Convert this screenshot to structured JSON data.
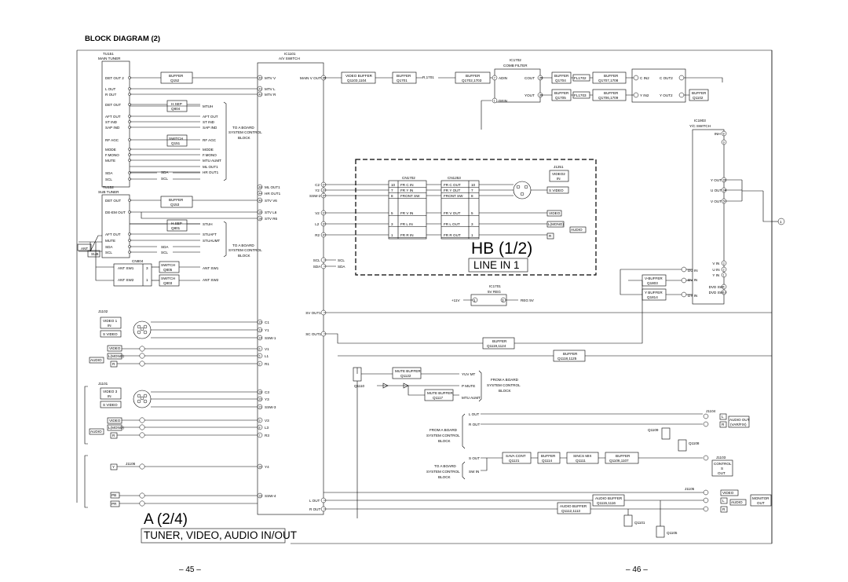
{
  "title": "BLOCK DIAGRAM (2)",
  "board_a": {
    "id": "A (2/4)",
    "name": "TUNER, VIDEO, AUDIO IN/OUT"
  },
  "board_hb": {
    "id": "HB (1/2)",
    "name": "LINE IN 1"
  },
  "pages": {
    "left": "– 45 –",
    "right": "– 46 –"
  },
  "tu151": {
    "ref": "TU151",
    "name": "MAIN TUNER",
    "pins": [
      "DET OUT 2",
      "L OUT",
      "R OUT",
      "DET OUT",
      "AFT OUT",
      "ST IND",
      "SAP IND",
      "RF AGC",
      "MODE",
      "F.MONO",
      "MUTE",
      "SDA",
      "SCL"
    ],
    "buffer": "BUFFER",
    "buffer_ref": "Q152",
    "hsep": "H.SEP",
    "hsep_ref": "Q804",
    "switch": "SWITCH",
    "switch_ref": "Q151",
    "right_labels": [
      "MTUH",
      "AFT OUT",
      "ST IND",
      "SAP IND",
      "RF AGC",
      "MODE",
      "F.MONO",
      "MTU AUMT",
      "ML OUT1",
      "HR OUT1"
    ],
    "sda": "SDA",
    "scl": "SCL",
    "to_board": "TO A BOARD",
    "sys_ctrl": "SYSTEM CONTROL",
    "block": "BLOCK"
  },
  "tu152": {
    "ref": "TU152",
    "name": "SUB TUNER",
    "pins": [
      "DET OUT",
      "DE-EM OUT",
      "AFT OUT",
      "MUTE",
      "SDA",
      "SCL"
    ],
    "buffer": "BUFFER",
    "buffer_ref": "Q153",
    "hsep": "H.SEP",
    "hsep_ref": "Q801",
    "right_labels": [
      "STUH",
      "STUAFT",
      "STUAUMT"
    ],
    "sda": "SDA",
    "scl": "SCL",
    "to_board": "TO A BOARD",
    "sys_ctrl": "SYSTEM CONTROL",
    "block": "BLOCK"
  },
  "ant": {
    "ant": "ANT",
    "sub": "SUB"
  },
  "cn804": {
    "ref": "CN804",
    "pins": [
      "ANT SW1",
      "ANT SW2"
    ],
    "nums": [
      "3",
      "1"
    ],
    "sw1": "SWITCH",
    "sw1_ref": "Q805",
    "sw2": "SWITCH",
    "sw2_ref": "Q803",
    "labels": [
      "ANT SW1",
      "ANT SW2"
    ]
  },
  "ic1101": {
    "ref": "IC1101",
    "name": "A/V SWITCH",
    "left_pins": [
      {
        "n": "40",
        "l": "MTV V"
      },
      {
        "n": "41",
        "l": "MTV L"
      },
      {
        "n": "42",
        "l": "MTV R"
      },
      {
        "n": "48",
        "l": "ML OUT1"
      },
      {
        "n": "44",
        "l": "HR OUT1"
      },
      {
        "n": "46",
        "l": "STV V6"
      },
      {
        "n": "36",
        "l": "STV L6"
      },
      {
        "n": "38",
        "l": "STV R6"
      },
      {
        "n": "15",
        "l": "C1"
      },
      {
        "n": "13",
        "l": "Y1"
      },
      {
        "n": "14",
        "l": "SSW-1"
      },
      {
        "n": "6",
        "l": "V1"
      },
      {
        "n": "5",
        "l": "L1"
      },
      {
        "n": "3",
        "l": "R1"
      },
      {
        "n": "28",
        "l": "C3"
      },
      {
        "n": "20",
        "l": "Y3"
      },
      {
        "n": "21",
        "l": "SSW-3"
      },
      {
        "n": "9",
        "l": "V3"
      },
      {
        "n": "8",
        "l": "L3"
      },
      {
        "n": "7",
        "l": "R3"
      },
      {
        "n": "30",
        "l": "Y4"
      },
      {
        "n": "33",
        "l": "SSW-4"
      }
    ],
    "right_pins": [
      {
        "n": "43",
        "l": "MAIN V OUT"
      },
      {
        "n": "1",
        "l": "C2"
      },
      {
        "n": "2",
        "l": "Y2"
      },
      {
        "n": "3",
        "l": "SSW-2"
      },
      {
        "n": "1",
        "l": "V2"
      },
      {
        "n": "3",
        "l": "L2"
      },
      {
        "n": "4",
        "l": "R2"
      },
      {
        "n": "SCL",
        "l": "SCL"
      },
      {
        "n": "SDA",
        "l": "SDA"
      },
      {
        "n": "SV OUT1",
        "l": "SV OUT1"
      },
      {
        "n": "SC OUT1",
        "l": "SC OUT1"
      },
      {
        "n": "L OUT",
        "l": "L OUT"
      },
      {
        "n": "R OUT",
        "l": "R OUT"
      }
    ],
    "scl": "SCL",
    "sda": "SDA"
  },
  "j1102": {
    "ref": "J1102",
    "video": "VIDEO 1",
    "in": "IN",
    "svideo": "S VIDEO",
    "video_l": "VIDEO",
    "lmono": "L(MONO)",
    "audio": "AUDIO",
    "r": "R"
  },
  "j1101": {
    "ref": "J1101",
    "video": "VIDEO 3",
    "in": "IN",
    "svideo": "S VIDEO",
    "video_l": "VIDEO",
    "lmono": "L(MONO)",
    "audio": "AUDIO",
    "r": "R"
  },
  "j1106": {
    "ref": "J1106",
    "y": "Y",
    "pb": "PB",
    "pr": "PR"
  },
  "main_path": {
    "vbuf": "VIDEO BUFFER",
    "vbuf_ref": "Q1103,1104",
    "buf1": "BUFFER",
    "buf1_ref": "Q1701",
    "r1701": "R,1701",
    "buf2": "BUFFER",
    "buf2_ref": "Q1702,1703"
  },
  "ic1702": {
    "ref": "IC1702",
    "name": "COMB FILTER",
    "pins": [
      {
        "n": "7",
        "l": "ADIN"
      },
      {
        "n": "23",
        "l": "COUT"
      },
      {
        "n": "20",
        "l": "YOUT"
      },
      {
        "n": "1",
        "l": "DEIN"
      }
    ],
    "cbuf": "BUFFER",
    "cbuf_ref": "Q1704",
    "fl1": "FL1702",
    "cbuf2": "BUFFER",
    "cbuf2_ref": "Q1707,1708",
    "ybuf": "BUFFER",
    "ybuf_ref": "Q1705",
    "fl2": "FL1703",
    "ybuf2": "BUFFER",
    "ybuf2_ref": "Q1706,1709",
    "cin2": "C IN2",
    "yin2": "Y IN2",
    "cout2": "C OUT2",
    "yout2": "Y OUT2",
    "obuf": "BUFFER",
    "obuf_ref": "Q1102"
  },
  "ic1903": {
    "ref": "IC1903",
    "name": "Y/C SWITCH",
    "pins": [
      {
        "n": "8",
        "l": "INH"
      },
      {
        "n": "9",
        "l": ""
      },
      {
        "n": "11",
        "l": "Y OUT"
      },
      {
        "n": "14",
        "l": "U OUT"
      },
      {
        "n": "5",
        "l": "V OUT"
      },
      {
        "n": "3",
        "l": "V IN"
      },
      {
        "n": "2",
        "l": "U IN"
      },
      {
        "n": "1",
        "l": "Y IN"
      },
      {
        "n": "4",
        "l": "DVD SW"
      },
      {
        "n": "10",
        "l": "DVD SW"
      }
    ],
    "du_in": "DU IN",
    "dv_in": "DV IN",
    "dy_in": "DY IN",
    "vbuf": "V-BUFFER",
    "vbuf_ref": "Q1803",
    "ybuf": "Y BUFFER",
    "ybuf_ref": "Q1814"
  },
  "hb": {
    "cn1702": "CN1702",
    "cn1253": "CN1253",
    "j1251": "J1251",
    "j1251_sub": "VIDEO2",
    "j1251_in": "IN",
    "rows": [
      {
        "n": "10",
        "a": "FR C IN",
        "b": "FR C OUT"
      },
      {
        "n": "7",
        "a": "FR Y IN",
        "b": "FR Y OUT"
      },
      {
        "n": "8",
        "a": "FRONT SW",
        "b": "FRONT SW"
      },
      {
        "n": "5",
        "a": "FR V IN",
        "b": "FR V OUT"
      },
      {
        "n": "3",
        "a": "FR L IN",
        "b": "FR L OUT"
      },
      {
        "n": "1",
        "a": "FR R IN",
        "b": "FR R OUT"
      }
    ],
    "svideo": "S VIDEO",
    "video": "VIDEO",
    "lmono": "L(MONO)",
    "audio": "AUDIO",
    "r": "R"
  },
  "ic1701": {
    "ref": "IC1701",
    "name": "5V REG",
    "in": "+11V",
    "out": "REG 5V",
    "pins": [
      "1",
      "3"
    ]
  },
  "mid": {
    "buf1": "BUFFER",
    "buf1_ref": "Q1119,1124",
    "buf2": "BUFFER",
    "buf2_ref": "Q1118,1125",
    "mute_buf": "MUTE BUFFER",
    "mute_buf_ref": "Q1122",
    "mute_buf2": "MUTE BUFFER",
    "mute_buf2_ref": "Q1117",
    "q1110": "Q1110",
    "yuv_mt": "YUV MT",
    "p_mute": "P MUTE",
    "mtu_aumt": "MTU AUMT",
    "from_a": "FROM A BOARD",
    "sys_ctrl": "SYSTEM CONTROL",
    "block": "BLOCK"
  },
  "audio_out": {
    "l_out": "L OUT",
    "r_out": "R OUT",
    "from_a": "FROM A BOARD",
    "sys_ctrl": "SYSTEM CONTROL",
    "block": "BLOCK",
    "s_out": "S OUT",
    "sw_in": "SW IN",
    "to_a": "TO A BOARD",
    "sava": "SAVA CONT",
    "sava_ref": "Q1121",
    "buf": "BUFFER",
    "buf_ref": "Q1114",
    "sinc": "SINCS MIX",
    "sinc_ref": "Q1111",
    "buf2": "BUFFER",
    "buf2_ref": "Q1106,1107",
    "q1109": "Q1109",
    "q1108": "Q1108",
    "j1104": "J1104",
    "audio_out": "AUDIO OUT",
    "var_fix": "(VAR/FIX)",
    "j1103": "J1103",
    "control": "CONTROL",
    "s": "S",
    "out": "OUT",
    "j1105": "J1105",
    "video": "VIDEO",
    "audio": "AUDIO",
    "monitor": "MONITOR",
    "mon_out": "OUT",
    "lbox": "L",
    "rbox": "R",
    "abuf": "AUDIO BUFFER",
    "abuf_ref": "Q1115,1116",
    "abuf2": "AUDIO BUFFER",
    "abuf2_ref": "Q1112,1113",
    "q1101": "Q1101",
    "q1105": "Q1105"
  },
  "connector_ref": "1"
}
